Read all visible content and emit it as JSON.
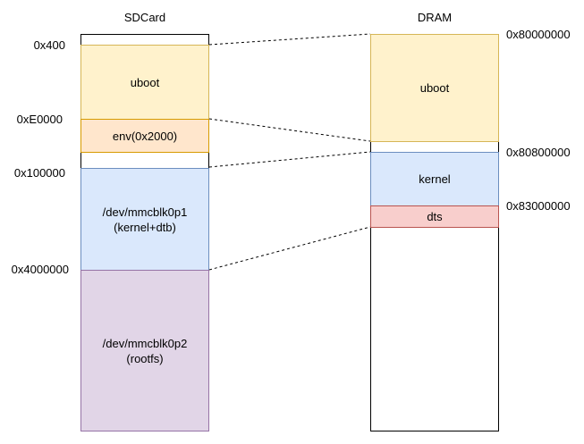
{
  "sdcard": {
    "title": "SDCard",
    "blocks": {
      "uboot": {
        "label": "uboot",
        "color": "#fff2cc",
        "border": "#d6b656"
      },
      "env": {
        "label": "env(0x2000)",
        "color": "#ffe6cc",
        "border": "#d79b00"
      },
      "mmcblk0p1": {
        "label": "/dev/mmcblk0p1\n(kernel+dtb)",
        "color": "#dae8fc",
        "border": "#6c8ebf"
      },
      "mmcblk0p2": {
        "label": "/dev/mmcblk0p2\n(rootfs)",
        "color": "#e1d5e7",
        "border": "#9673a6"
      }
    },
    "addresses": [
      "0x400",
      "0xE0000",
      "0x100000",
      "0x4000000"
    ]
  },
  "dram": {
    "title": "DRAM",
    "blocks": {
      "uboot": {
        "label": "uboot",
        "color": "#fff2cc",
        "border": "#d6b656"
      },
      "kernel": {
        "label": "kernel",
        "color": "#dae8fc",
        "border": "#6c8ebf"
      },
      "dts": {
        "label": "dts",
        "color": "#f8cecc",
        "border": "#b85450"
      }
    },
    "addresses": [
      "0x80000000",
      "0x80800000",
      "0x83000000"
    ]
  }
}
